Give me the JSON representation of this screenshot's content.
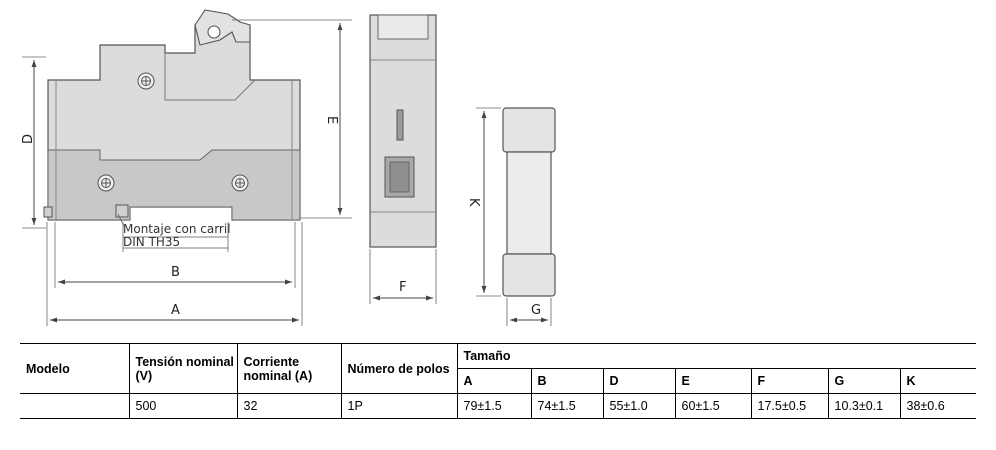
{
  "drawing": {
    "front_view": {
      "labels": {
        "dim_a": "A",
        "dim_b": "B",
        "dim_d": "D",
        "dim_e": "E",
        "mounting_line1": "Montaje con carril",
        "mounting_line2": "DIN TH35"
      }
    },
    "side_view": {
      "labels": {
        "dim_f": "F"
      }
    },
    "fuse_view": {
      "labels": {
        "dim_k": "K",
        "dim_g": "G"
      }
    }
  },
  "table": {
    "headers": {
      "modelo": "Modelo",
      "tension": "Tensión nominal (V)",
      "corriente": "Corriente nominal (A)",
      "polos": "Número de polos",
      "tamano": "Tamaño"
    },
    "size_columns": [
      "A",
      "B",
      "D",
      "E",
      "F",
      "G",
      "K"
    ],
    "row": {
      "modelo": "",
      "tension": "500",
      "corriente": "32",
      "polos": "1P",
      "sizes": [
        "79±1.5",
        "74±1.5",
        "55±1.0",
        "60±1.5",
        "17.5±0.5",
        "10.3±0.1",
        "38±0.6"
      ]
    }
  }
}
